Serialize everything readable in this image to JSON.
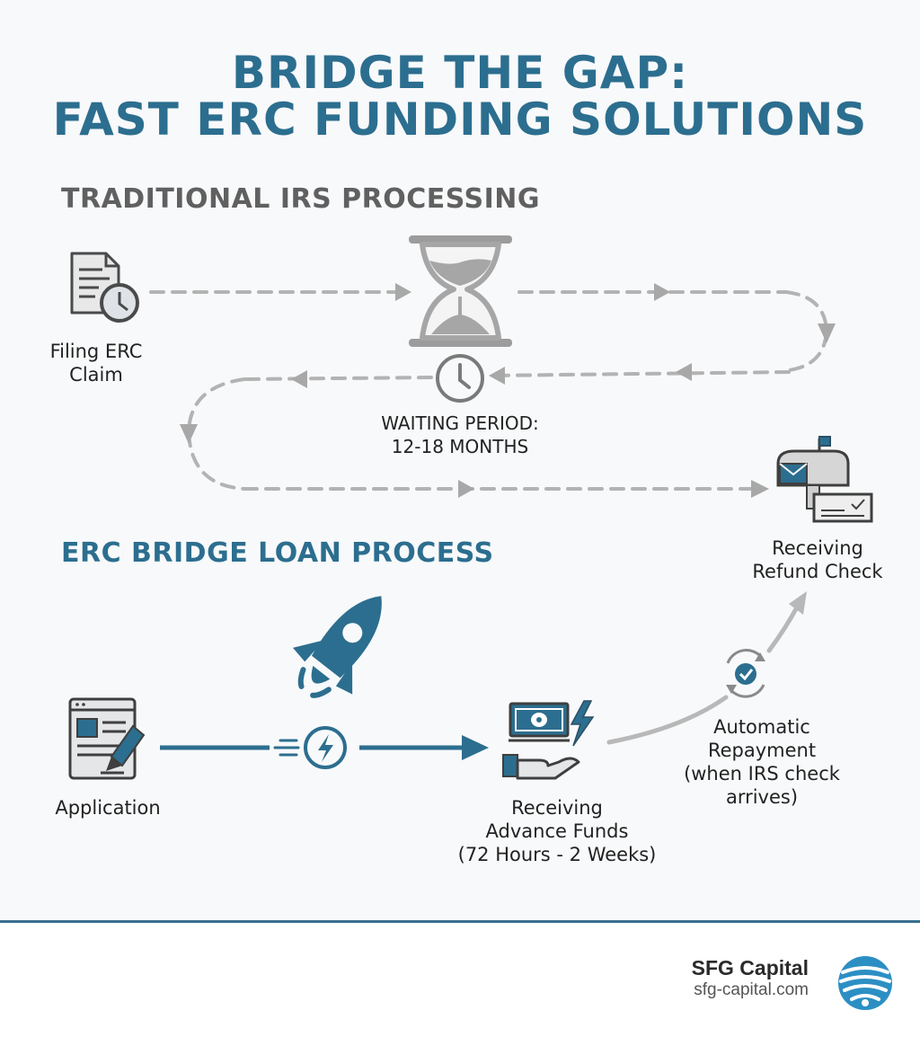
{
  "title": {
    "line1": "BRIDGE THE GAP:",
    "line2": "FAST ERC FUNDING SOLUTIONS"
  },
  "traditional": {
    "heading": "TRADITIONAL IRS PROCESSING",
    "filing_label": [
      "Filing ERC",
      "Claim"
    ],
    "waiting_label": [
      "WAITING PERIOD:",
      "12-18 MONTHS"
    ],
    "refund_label": [
      "Receiving",
      "Refund Check"
    ]
  },
  "bridge": {
    "heading": "ERC BRIDGE LOAN PROCESS",
    "application_label": "Application",
    "advance_label": [
      "Receiving",
      "Advance Funds",
      "(72 Hours - 2 Weeks)"
    ],
    "repayment_label": [
      "Automatic",
      "Repayment",
      "(when IRS check",
      "arrives)"
    ]
  },
  "footer": {
    "brand_name": "SFG Capital",
    "brand_url": "sfg-capital.com"
  },
  "colors": {
    "accent": "#2c6e8f",
    "gray": "#7a7a7a",
    "dashed": "#b0b0b0"
  },
  "icons": [
    "document-clock-icon",
    "hourglass-icon",
    "clock-icon",
    "mailbox-check-icon",
    "rocket-icon",
    "application-pen-icon",
    "lightning-speed-icon",
    "money-hand-icon",
    "check-cycle-icon",
    "sfg-logo-icon"
  ]
}
